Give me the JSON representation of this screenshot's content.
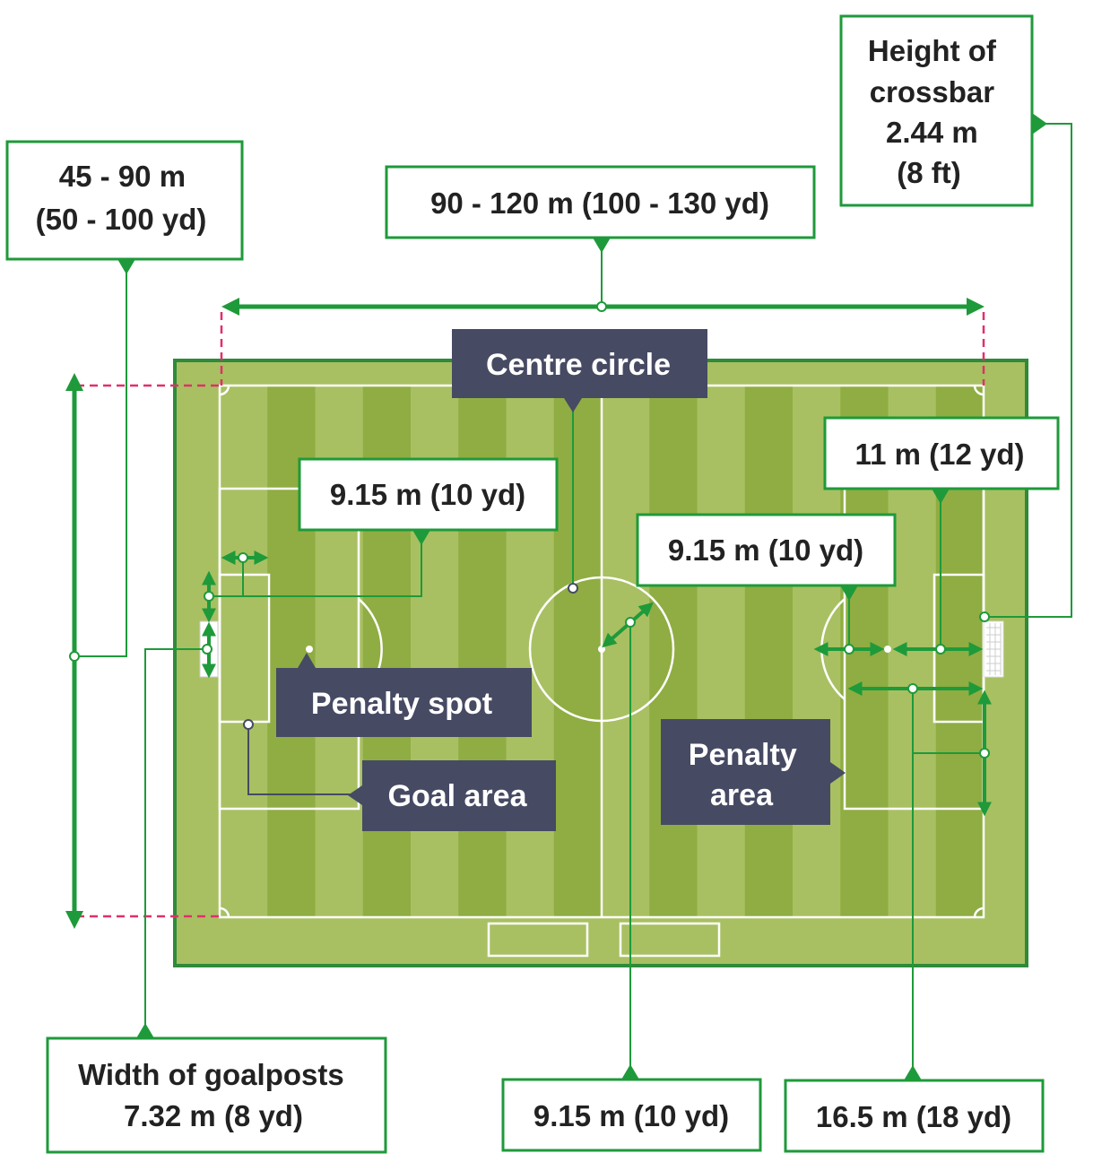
{
  "colors": {
    "accent": "#1e9a3a",
    "pitch_light": "#a8c062",
    "pitch_dark": "#8fad42",
    "pitch_border": "#2f8a3a",
    "label_box": "#464a63",
    "boundary_dash": "#e0306a"
  },
  "labels": {
    "width_range": [
      "45 - 90 m",
      "(50 - 100 yd)"
    ],
    "length_range": [
      "90 - 120 m (100 - 130 yd)"
    ],
    "crossbar_height": [
      "Height of",
      "crossbar",
      "2.44 m",
      "(8 ft)"
    ],
    "penalty_spot_distance": [
      "11 m (12 yd)"
    ],
    "goal_area_depth": [
      "9.15 m (10 yd)"
    ],
    "penalty_arc_radius": [
      "9.15 m (10 yd)"
    ],
    "goalposts_width": [
      "Width of goalposts",
      "7.32 m (8 yd)"
    ],
    "centre_circle_radius": [
      "9.15 m (10 yd)"
    ],
    "penalty_area_depth": [
      "16.5 m (18 yd)"
    ]
  },
  "features": {
    "centre_circle": [
      "Centre circle"
    ],
    "penalty_spot": [
      "Penalty spot"
    ],
    "goal_area": [
      "Goal area"
    ],
    "penalty_area": [
      "Penalty",
      "area"
    ]
  }
}
